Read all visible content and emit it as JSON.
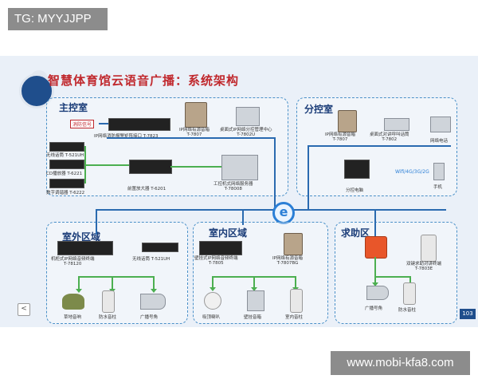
{
  "watermark_top": "TG: MYYJJPP",
  "watermark_bottom": "www.mobi-kfa8.com",
  "title": "智慧体育馆云语音广播：系统架构",
  "page_number": "103",
  "nav_prev": "<",
  "areas": {
    "main": "主控室",
    "sub": "分控室",
    "outdoor": "室外区域",
    "indoor": "室内区域",
    "help": "求助区"
  },
  "main_room": {
    "fire_signal": "消防信号",
    "fire_matrix": "IP网络消防报警矩阵接口 T-7823",
    "active_speaker": "IP网络有源音箱\nT-7807",
    "desktop_paging": "桌面式IP网络分控管理中心\nT-7802U",
    "wireless_mic": "无线话筒 T-521UH",
    "cd_player": "CD播放器 T-6221",
    "radio_tuner": "数字调谐器 T-6222",
    "pre_amp": "前置放大器 T-6201",
    "server": "工控机式网络服务器\nT-78008"
  },
  "sub_room": {
    "active_speaker": "IP网络有源音箱\nT-7807",
    "desktop_intercom": "桌面式对讲呼叫话筒\nT-7802",
    "network_phone": "网络电话",
    "pc": "分控电脑",
    "wireless_net": "Wifi/4G/3G/2G",
    "mobile": "手机"
  },
  "outdoor": {
    "terminal": "机柜式IP网络音频终端\nT-78120",
    "wireless_mic": "无线话筒 T-521UH",
    "grass_speaker": "草地音响",
    "waterproof_column": "防水音柱",
    "horn": "广播号角"
  },
  "indoor": {
    "terminal": "壁挂式IP网络音频终端\nT-7805",
    "active_speaker": "IP网络有源音箱\nT-7807BG",
    "ceiling": "吸顶喇叭",
    "wall_speaker": "壁挂音箱",
    "indoor_column": "室内音柱"
  },
  "help_zone": {
    "intercom": "双键求助对讲终端\nT-7803E",
    "horn": "广播号角",
    "waterproof_column": "防水音柱"
  }
}
